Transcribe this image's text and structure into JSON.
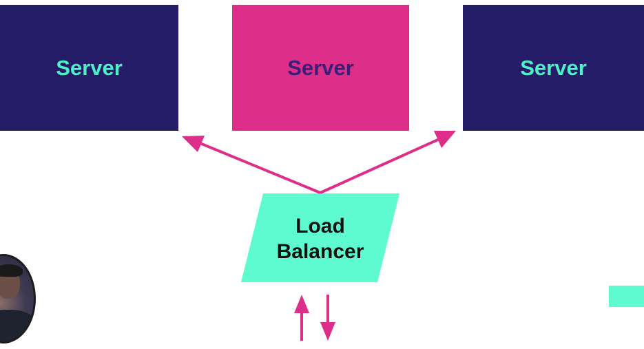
{
  "colors": {
    "server_dark": "#241c66",
    "server_highlight": "#dd2e8a",
    "server_text_light": "#4ef0c6",
    "server_text_dark": "#3a1e7a",
    "load_balancer_fill": "#5efad0",
    "arrow": "#dd2e8a",
    "side_block": "#5efad0"
  },
  "servers": [
    {
      "label": "Server",
      "state": "idle"
    },
    {
      "label": "Server",
      "state": "active"
    },
    {
      "label": "Server",
      "state": "idle"
    }
  ],
  "load_balancer": {
    "line1": "Load",
    "line2": "Balancer"
  },
  "icons": {
    "arrow_left": "arrow-up-left-icon",
    "arrow_right": "arrow-up-right-icon",
    "arrow_in": "arrow-up-icon",
    "arrow_out": "arrow-down-icon"
  }
}
